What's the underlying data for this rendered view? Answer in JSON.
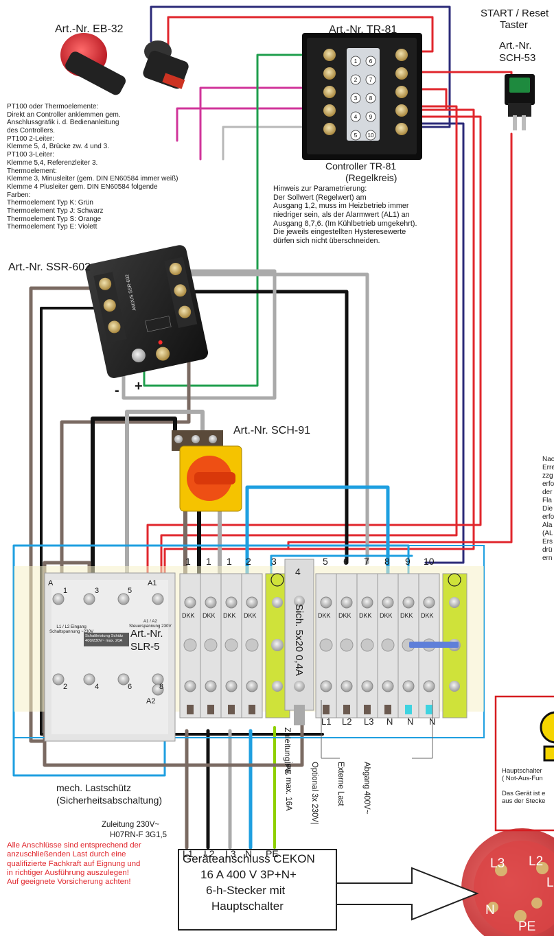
{
  "devices": {
    "eb32": {
      "label": "Art.-Nr. EB-32"
    },
    "tr81": {
      "label": "Art.-Nr. TR-81",
      "caption_line1": "Controller TR-81",
      "caption_line2": "(Regelkreis)",
      "terminals_left": [
        "1",
        "2",
        "3",
        "4",
        "5"
      ],
      "terminals_right": [
        "6",
        "7",
        "8",
        "9",
        "10"
      ]
    },
    "start_button": {
      "title_line1": "START / Reset",
      "title_line2": "Taster",
      "art_line1": "Art.-Nr.",
      "art_line2": "SCH-53"
    },
    "ssr602": {
      "label": "Art.-Nr. SSR-602",
      "minus": "-",
      "plus": "+"
    },
    "sch91": {
      "label": "Art.-Nr. SCH-91"
    },
    "slr5": {
      "label_line1": "Art.-Nr.",
      "label_line2": "SLR-5",
      "input_caption": "L1 / L2 Eingang\nSchaltspannung ~230V",
      "control_caption": "A1 / A2\nSteuerspannung 230V",
      "rating_caption": "Schaltleistung Schütz\n400/230V~ max. 20A",
      "top_numbers": [
        "1",
        "3",
        "5"
      ],
      "bottom_numbers": [
        "2",
        "4",
        "6",
        "8"
      ],
      "a1": "A1",
      "a2": "A2",
      "a_left": "A"
    },
    "contactor_caption_line1": "mech. Lastschütz",
    "contactor_caption_line2": "(Sicherheitsabschaltung)"
  },
  "notes": {
    "pt100": "PT100 oder Thermoelemente:\nDirekt an Controller anklemmen gem.\nAnschlussgrafik i. d. Bedienanleitung\ndes Controllers.\nPT100 2-Leiter:\nKlemme 5, 4, Brücke zw. 4 und 3.\nPT100 3-Leiter:\nKlemme 5,4, Referenzleiter 3.\nThermoelement:\nKlemme 3, Minusleiter (gem. DIN EN60584 immer weiß)\nKlemme 4 Plusleiter gem. DIN EN60584 folgende\nFarben:\nThermoelement Typ K: Grün\nThermoelement Typ J: Schwarz\nThermoelement Typ S: Orange\nThermoelement Typ E: Violett",
    "parametrierung": "Hinweis zur Parametrierung:\nDer Sollwert (Regelwert) am\nAusgang 1,2, muss im Heizbetrieb immer\nniedriger sein, als der Alarmwert (AL1) an\nAusgang 8,7,6. (Im Kühlbetrieb umgekehrt).\nDie jeweils eingestellten Hysteresewerte\ndürfen sich nicht überschneiden.",
    "right_cutoff": "Nac\nErre\nzzg\nerfo\nder\nFla\nDie\nerfo\nAla\n(AL\nErs\ndrü\nern",
    "hauptschalter": "Hauptschalter\n( Not-Aus-Fun\n\nDas Gerät ist e\naus der Stecke",
    "warning": "Alle Anschlüsse sind entsprechend der\nanzuschließenden Last durch eine\nqualifizierte Fachkraft auf Eignung und\nin richtiger Ausführung auszulegen!\nAuf geeignete Vorsicherung achten!"
  },
  "terminal_strip": {
    "numbers": [
      "1",
      "1",
      "1",
      "2",
      "3",
      "4",
      "5",
      "6",
      "7",
      "8",
      "9",
      "10"
    ],
    "dkk": "DKK",
    "fuse_label": "Sich. 5x20 0,4A",
    "bottom_labels": [
      "L1",
      "L2",
      "L3",
      "N",
      "N",
      "N"
    ]
  },
  "supply": {
    "zuleitung_line1": "Zuleitung 230V~",
    "zuleitung_line2": "H07RN-F 3G1,5",
    "zuleitung_pe": "Zuleitung PE",
    "abgang_line1": "Abgang 400V~",
    "abgang_line2": "Externe Last",
    "abgang_line3": "Optional 3x 230V|",
    "abgang_line4": "jew. max. 16A",
    "wire_labels": [
      "L1",
      "L2",
      "L3",
      "N",
      "PE"
    ]
  },
  "cekon": {
    "line1": "Geräteanschluss CEKON",
    "line2": "16 A 400 V 3P+N+",
    "line3": "6-h-Stecker mit",
    "line4": "Hauptschalter",
    "pins": [
      "L3",
      "L2",
      "L",
      "N",
      "PE"
    ]
  },
  "colors": {
    "red": "#e0262c",
    "blue": "#1e9fe0",
    "black": "#111111",
    "brown": "#7a6a62",
    "grey": "#a8a8a8",
    "green": "#1e9e4c",
    "navy": "#2b2a78",
    "magenta": "#d0349a",
    "yellow_green": "#cfe23a"
  }
}
